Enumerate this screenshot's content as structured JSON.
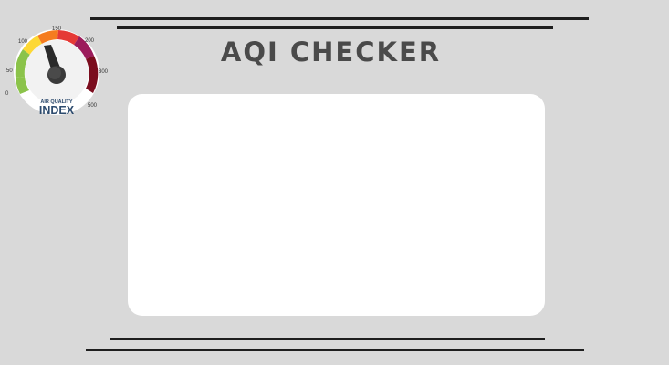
{
  "app": {
    "title": "AQI CHECKER"
  },
  "logo": {
    "icon": "aqi-gauge-icon",
    "caption_top": "AIR QUALITY",
    "caption_bottom": "INDEX",
    "ticks": [
      "0",
      "50",
      "100",
      "150",
      "200",
      "300",
      "500"
    ],
    "colors": {
      "green": "#8bc34a",
      "yellow": "#fdd835",
      "orange": "#f57c1f",
      "red": "#e53935",
      "purple": "#9c1c5b",
      "maroon": "#7b0d1e"
    }
  },
  "colors": {
    "background": "#d9d9d9",
    "card": "#ffffff",
    "rules": "#1e1e1e",
    "title": "#4a4a4a"
  }
}
